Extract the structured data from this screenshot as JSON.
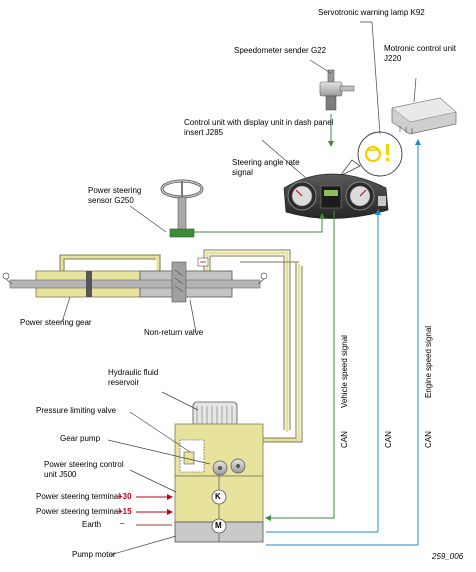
{
  "labels": {
    "servotronic_lamp": "Servotronic warning lamp K92",
    "speedometer_sender": "Speedometer sender G22",
    "motronic_unit": "Motronic control unit J220",
    "control_unit_display": "Control unit with display unit in dash panel insert J285",
    "steering_angle_signal": "Steering angle rate signal",
    "power_steering_sensor": "Power steering sensor G250",
    "power_steering_gear": "Power steering gear",
    "non_return_valve": "Non-return valve",
    "hydraulic_reservoir": "Hydraulic fluid reservoir",
    "pressure_limiting_valve": "Pressure limiting valve",
    "gear_pump": "Gear pump",
    "power_steering_control_unit": "Power steering control unit J500",
    "terminal_30": "Power steering terminal",
    "terminal_30_value": "+30",
    "terminal_15": "Power steering terminal",
    "terminal_15_value": "+15",
    "earth": "Earth",
    "earth_value": "–",
    "pump_motor": "Pump motor",
    "vehicle_speed_signal": "Vehicle speed signal",
    "engine_speed_signal": "Engine speed signal",
    "can_1": "CAN",
    "can_2": "CAN",
    "can_3": "CAN",
    "figure_id": "259_006",
    "motor_k": "K",
    "motor_m": "M"
  },
  "colors": {
    "signal_green": "#3c8c3c",
    "can_blue": "#1e8ccf",
    "hydraulic_yellow": "#e8e39c",
    "hydraulic_line": "#7a7a55",
    "terminal_red": "#c0001a",
    "lamp_yellow": "#f2d200"
  }
}
